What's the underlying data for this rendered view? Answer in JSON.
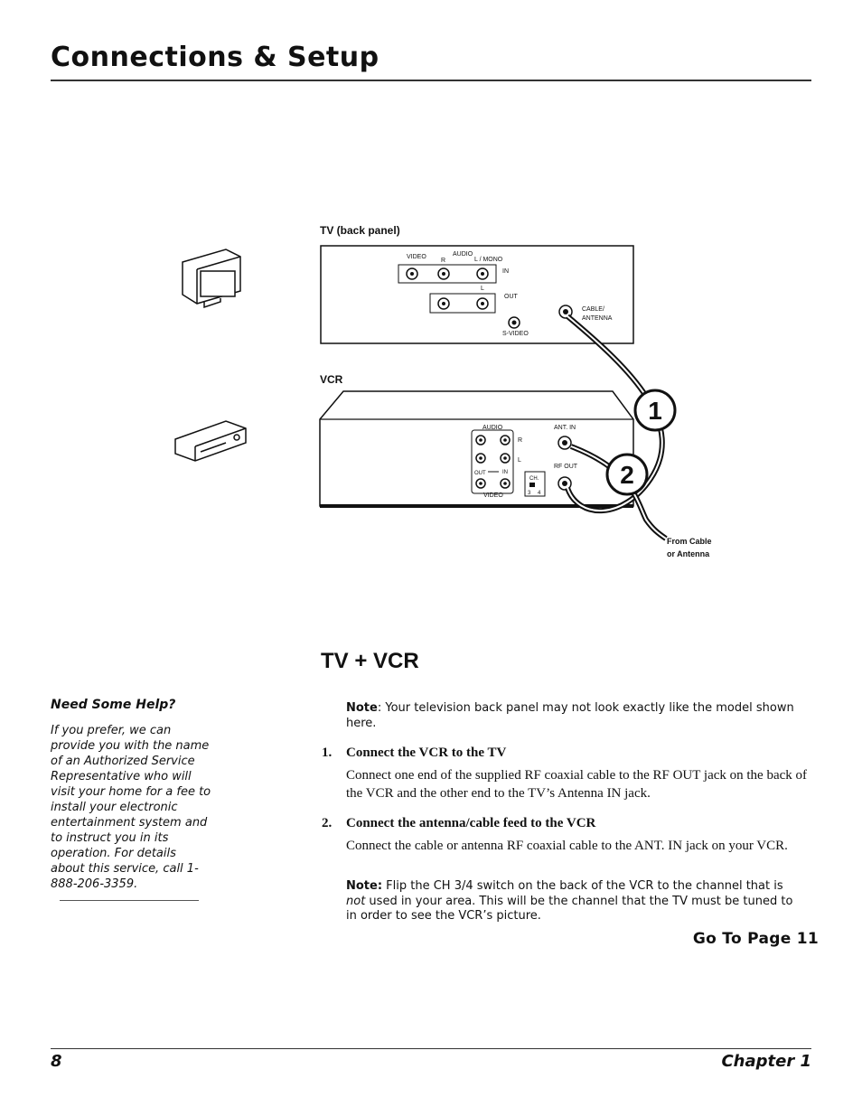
{
  "header": {
    "title": "Connections & Setup"
  },
  "diagram": {
    "tv_panel_label": "TV (back panel)",
    "vcr_label": "VCR",
    "tv_jacks": {
      "video": "VIDEO",
      "audio": "AUDIO",
      "r": "R",
      "l_mono": "L / MONO",
      "l": "L",
      "in": "IN",
      "out": "OUT",
      "s_video": "S-VIDEO",
      "cable": "CABLE/",
      "antenna": "ANTENNA"
    },
    "vcr_jacks": {
      "audio": "AUDIO",
      "r": "R",
      "l": "L",
      "out": "OUT",
      "in": "IN",
      "video": "VIDEO",
      "ant_in": "ANT. IN",
      "rf_out": "RF OUT",
      "ch": "CH.",
      "ch3": "3",
      "ch4": "4"
    },
    "callout_1": "1",
    "callout_2": "2",
    "from_cable_line1": "From Cable",
    "from_cable_line2": "or Antenna"
  },
  "section": {
    "title": "TV + VCR"
  },
  "help": {
    "title": "Need Some Help?",
    "body": "If you prefer, we can provide you with the name of an Authorized Service Representative who will visit your home for a fee to install your electronic entertainment system and to instruct you in its operation. For details about this service, call 1-888-206-3359."
  },
  "note1": {
    "label": "Note",
    "text": ": Your television back panel may not look exactly like the model shown here."
  },
  "steps": [
    {
      "number": "1.",
      "title": "Connect the VCR to the TV",
      "body": "Connect one end of the supplied RF coaxial cable to the RF OUT jack on the back of the VCR and the other end to the TV’s Antenna IN jack."
    },
    {
      "number": "2.",
      "title": "Connect the antenna/cable feed to the VCR",
      "body": "Connect the cable or antenna RF coaxial cable to the ANT. IN jack on your VCR."
    }
  ],
  "note2": {
    "label": "Note:",
    "text_before": " Flip the CH 3/4 switch on the back of the VCR to the channel that is ",
    "emphasis": "not",
    "text_after": " used in your area. This will be the channel that the TV must be tuned to in order to see the VCR’s picture."
  },
  "goto": "Go To Page 11",
  "footer": {
    "page_number": "8",
    "chapter": "Chapter 1"
  }
}
